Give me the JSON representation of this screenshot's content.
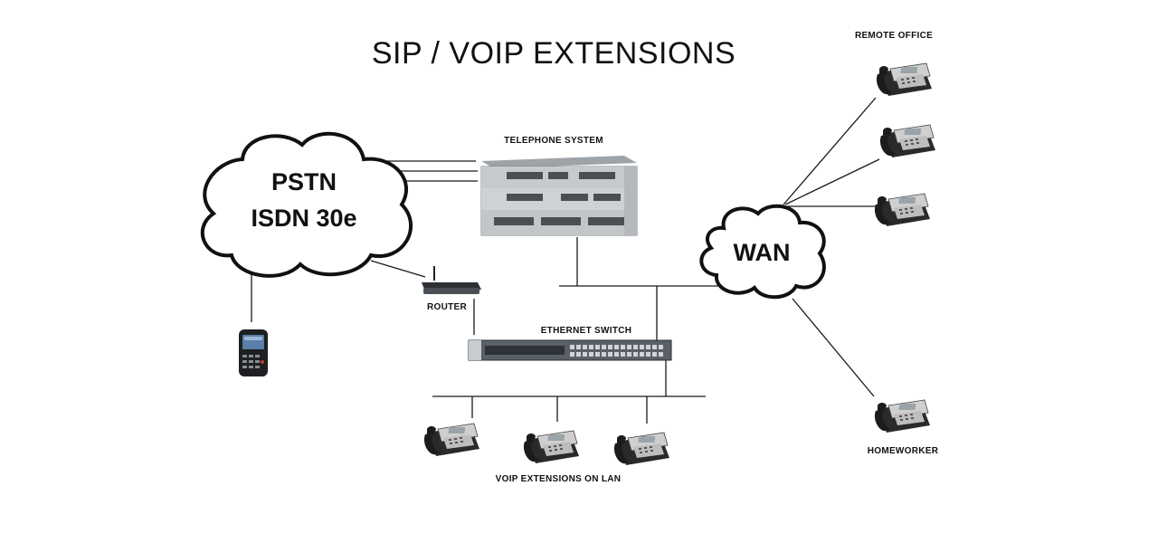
{
  "title": "SIP / VOIP EXTENSIONS",
  "clouds": {
    "pstn": {
      "line1": "PSTN",
      "line2": "ISDN 30e"
    },
    "wan": {
      "label": "WAN"
    }
  },
  "labels": {
    "telephone_system": "TELEPHONE SYSTEM",
    "router": "ROUTER",
    "ethernet_switch": "ETHERNET SWITCH",
    "remote_office": "REMOTE OFFICE",
    "homeworker": "HOMEWORKER",
    "voip_extensions_lan": "VOIP EXTENSIONS ON LAN"
  },
  "icons": {
    "desk_phone": "desk-phone-icon",
    "mobile_phone": "mobile-phone-icon",
    "pbx": "telephone-system-icon",
    "router": "router-icon",
    "switch": "ethernet-switch-icon"
  }
}
